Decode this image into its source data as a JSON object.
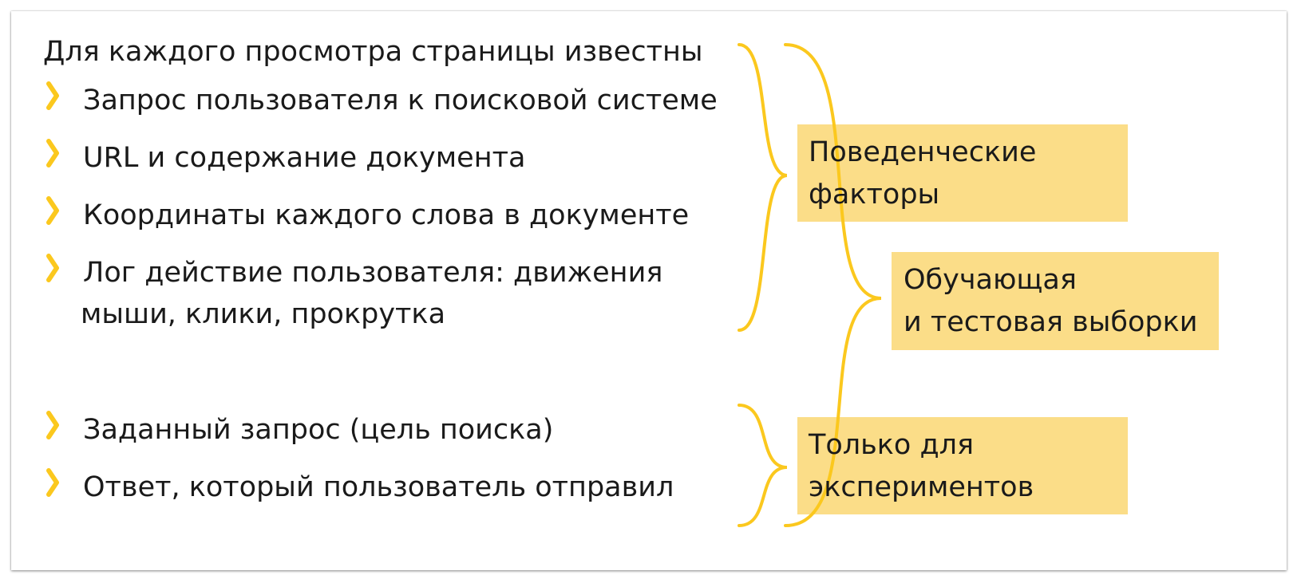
{
  "intro": "Для каждого просмотра страницы известны",
  "items": [
    "Запрос пользователя к поисковой системе",
    "URL и содержание документа",
    "Координаты каждого слова в документе",
    "Лог действие пользователя: движения",
    "мыши, клики, прокрутка",
    "Заданный запрос (цель поиска)",
    "Ответ, который пользователь отправил"
  ],
  "boxes": {
    "behavioral": [
      "Поведенческие",
      "факторы"
    ],
    "training": [
      "Обучающая",
      "и тестовая выборки"
    ],
    "experiments": [
      "Только для",
      "экспериментов"
    ]
  },
  "colors": {
    "accent": "#fbc81e",
    "box_fill": "#fbdd88",
    "text": "#1a1a1a"
  },
  "icons": {
    "bullet": "chevron-right-icon"
  }
}
